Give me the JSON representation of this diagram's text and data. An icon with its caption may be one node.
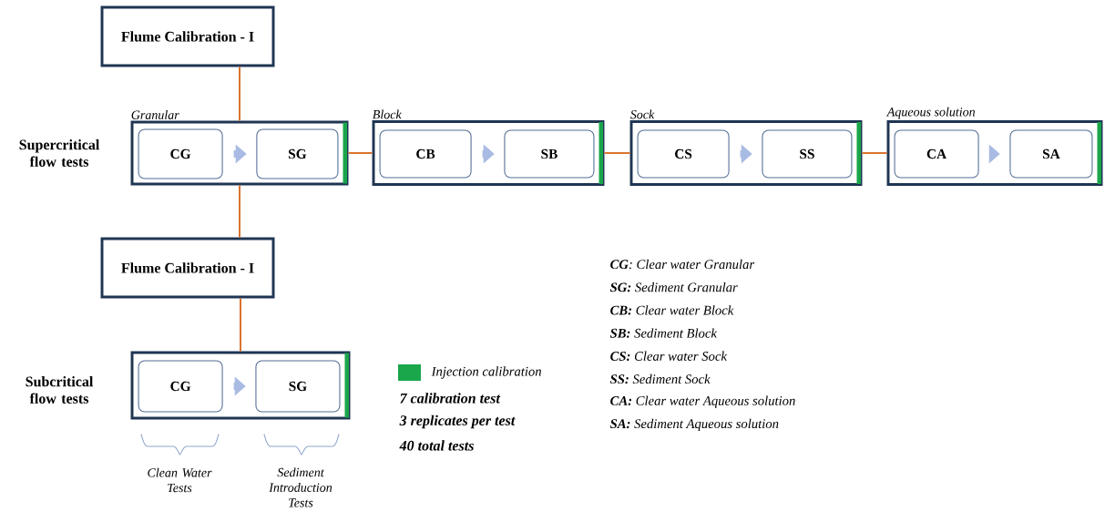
{
  "diagram": {
    "nodes": [
      {
        "text": [
          "Flume Calibration - I"
        ]
      },
      {
        "text": [
          "Granular"
        ]
      },
      {
        "text": [
          "CG"
        ],
        "in": 1
      },
      {
        "text": [
          "SG"
        ],
        "in": 1
      },
      {
        "text": [
          "Block"
        ]
      },
      {
        "text": [
          "CB"
        ],
        "in": 4
      },
      {
        "text": [
          "SB"
        ],
        "in": 4
      },
      {
        "text": [
          "Sock"
        ]
      },
      {
        "text": [
          "CS"
        ],
        "in": 7
      },
      {
        "text": [
          "SS"
        ],
        "in": 7
      },
      {
        "text": [
          "Aqueous solution"
        ]
      },
      {
        "text": [
          "CA"
        ],
        "in": 10
      },
      {
        "text": [
          "SA"
        ],
        "in": 10
      },
      {
        "text": [
          "Flume Calibration - I"
        ]
      },
      {
        "text": [],
        "shape": "box"
      },
      {
        "text": [
          "CG"
        ],
        "in": 14
      },
      {
        "text": [
          "SG"
        ],
        "in": 14
      }
    ],
    "edges": [
      {
        "from": 0,
        "to": 1,
        "arrow": "none"
      },
      {
        "from": 2,
        "to": 3,
        "arrow": "to",
        "style": "thick",
        "color": "#a9bbe3"
      },
      {
        "from": 1,
        "to": 4,
        "arrow": "none"
      },
      {
        "from": 5,
        "to": 6,
        "arrow": "to",
        "style": "thick",
        "color": "#a9bbe3"
      },
      {
        "from": 4,
        "to": 7,
        "arrow": "none"
      },
      {
        "from": 8,
        "to": 9,
        "arrow": "to",
        "style": "thick",
        "color": "#a9bbe3"
      },
      {
        "from": 7,
        "to": 10,
        "arrow": "none"
      },
      {
        "from": 11,
        "to": 12,
        "arrow": "to",
        "style": "thick",
        "color": "#a9bbe3"
      },
      {
        "from": 1,
        "to": 13,
        "arrow": "none"
      },
      {
        "from": 13,
        "to": 14,
        "arrow": "none"
      },
      {
        "from": 15,
        "to": 16,
        "arrow": "to",
        "style": "thick",
        "color": "#a9bbe3"
      }
    ],
    "labels": [
      "Supercritical flow tests",
      "**CG**: Clear water Granular",
      "**SG:** Sediment Granular",
      "**CB:** Clear water Block",
      "**SB:** Sediment Block",
      "**CS:** Clear water Sock",
      "**SS:** Sediment Sock",
      "**CA:** Clear water Aqueous solution",
      "**SA:** Sediment Aqueous solution",
      "Subcritical flow tests",
      "7 calibration test",
      "3 replicates per test",
      "40 total tests",
      "Clean Water Tests",
      "Sediment Introduction Tests"
    ],
    "legend": [
      {
        "text": "Injection calibration",
        "color": "#1aa64a"
      }
    ]
  }
}
